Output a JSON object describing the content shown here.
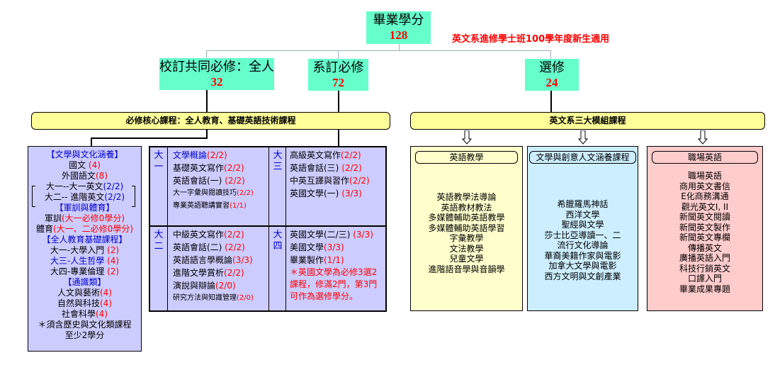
{
  "top": {
    "label": "畢業學分",
    "credits": "128"
  },
  "subtitle": "英文系進修學士班100學年度新生適用",
  "categories": [
    {
      "label": "校訂共同必修：全人",
      "credits": "32"
    },
    {
      "label": "系訂必修",
      "credits": "72"
    },
    {
      "label": "選修",
      "credits": "24"
    }
  ],
  "core_bar": "必修核心課程：全人教育、基礎英語技術課程",
  "module_bar": "英文系三大模組課程",
  "general": {
    "h1": "【文學與文化涵養】",
    "chinese": "國文",
    "chinese_cr": "(4)",
    "foreign": "外國語文",
    "foreign_cr": "(8)",
    "f1": "大一--大一英文",
    "f1_cr": "(2/2)",
    "f2": "大二-- 進階英文",
    "f2_cr": "(2/2)",
    "h2": "【軍訓與體育】",
    "military": "軍訓",
    "military_note": "(大一必修0學分)",
    "pe": "體育",
    "pe_note": "(大一、二必修0學分)",
    "h3": "【全人教育基礎課程】",
    "w1": "大一-大學入門",
    "w1_cr": "(2)",
    "w2": "大三-人生哲學",
    "w2_cr": "(4)",
    "w3": "大四-專業倫理",
    "w3_cr": "(2)",
    "h4": "【通識類】",
    "g1": "人文與藝術",
    "g1_cr": "(4)",
    "g2": "自然與科技",
    "g2_cr": "(4)",
    "g3": "社會科學",
    "g3_cr": "(4)",
    "note1": "＊須含歷史與文化類課程",
    "note2": "至少2學分"
  },
  "dept": {
    "y1": {
      "label1": "大",
      "label2": "一",
      "courses": [
        {
          "name": "文學概論",
          "cr": "(2/2)"
        },
        {
          "name": "基礎英文寫作",
          "cr": "(2/2)"
        },
        {
          "name": "英語會話(一)",
          "cr": " (2/2)"
        },
        {
          "name": "大一字彙與閱讀技巧",
          "cr": "(2/2)"
        },
        {
          "name": "專業英語聽講實習",
          "cr": "(1/1)"
        }
      ]
    },
    "y2": {
      "label1": "大",
      "label2": "二",
      "courses": [
        {
          "name": "中級英文寫作",
          "cr": "(2/2)"
        },
        {
          "name": "英語會話(二)",
          "cr": " (2/2)"
        },
        {
          "name": "英語語言學概論",
          "cr": "(3/3)"
        },
        {
          "name": "進階文學賞析",
          "cr": "(2/2)"
        },
        {
          "name": "演說與辯論",
          "cr": "(2/0)"
        },
        {
          "name": "研究方法與知識管理",
          "cr": "(2/0)"
        }
      ]
    },
    "y3": {
      "label1": "大",
      "label2": "三",
      "courses": [
        {
          "name": "高級英文寫作",
          "cr": "(2/2)"
        },
        {
          "name": "英語會話(三)",
          "cr": " (2/2)"
        },
        {
          "name": "中英互譯與習作",
          "cr": "(2/2)"
        },
        {
          "name": "英國文學(一)",
          "cr": " (3/3)"
        }
      ]
    },
    "y4": {
      "label1": "大",
      "label2": "四",
      "courses": [
        {
          "name": "英國文學(二/三)",
          "cr": " (3/3)"
        },
        {
          "name": "美國文學",
          "cr": "(3/3)"
        },
        {
          "name": "畢業製作",
          "cr": "(1/1)"
        }
      ],
      "note": "＊英國文學為必修3選2課程，修滿2門，第3門可作為選修學分。"
    }
  },
  "modules": [
    {
      "title": "英語教學",
      "color": "#ffffcc",
      "items": [
        "英語教學法導論",
        "英語教材教法",
        "多媒體輔助英語教學",
        "多媒體輔助英語學習",
        "字彙教學",
        "文法教學",
        "兒童文學",
        "進階語音學與音韻學"
      ]
    },
    {
      "title": "文學與創意人文涵養課程",
      "color": "#cceeff",
      "items": [
        "希臘羅馬神話",
        "西洋文學",
        "聖經與文學",
        "莎士比亞導讀一、二",
        "流行文化導論",
        "華裔美籍作家與電影",
        "加拿大文學與電影",
        "西方文明與文創產業"
      ]
    },
    {
      "title": "職場英語",
      "color": "#ffcccc",
      "items": [
        "職場英語",
        "商用英文書信",
        "E化商務溝通",
        "觀光英文I, II",
        "新聞英文閱讀",
        "新聞英文製作",
        "新聞英文專欄",
        "傳播英文",
        "廣播英語入門",
        "科技行銷英文",
        "口譯入門",
        "畢業成果專題"
      ]
    }
  ]
}
